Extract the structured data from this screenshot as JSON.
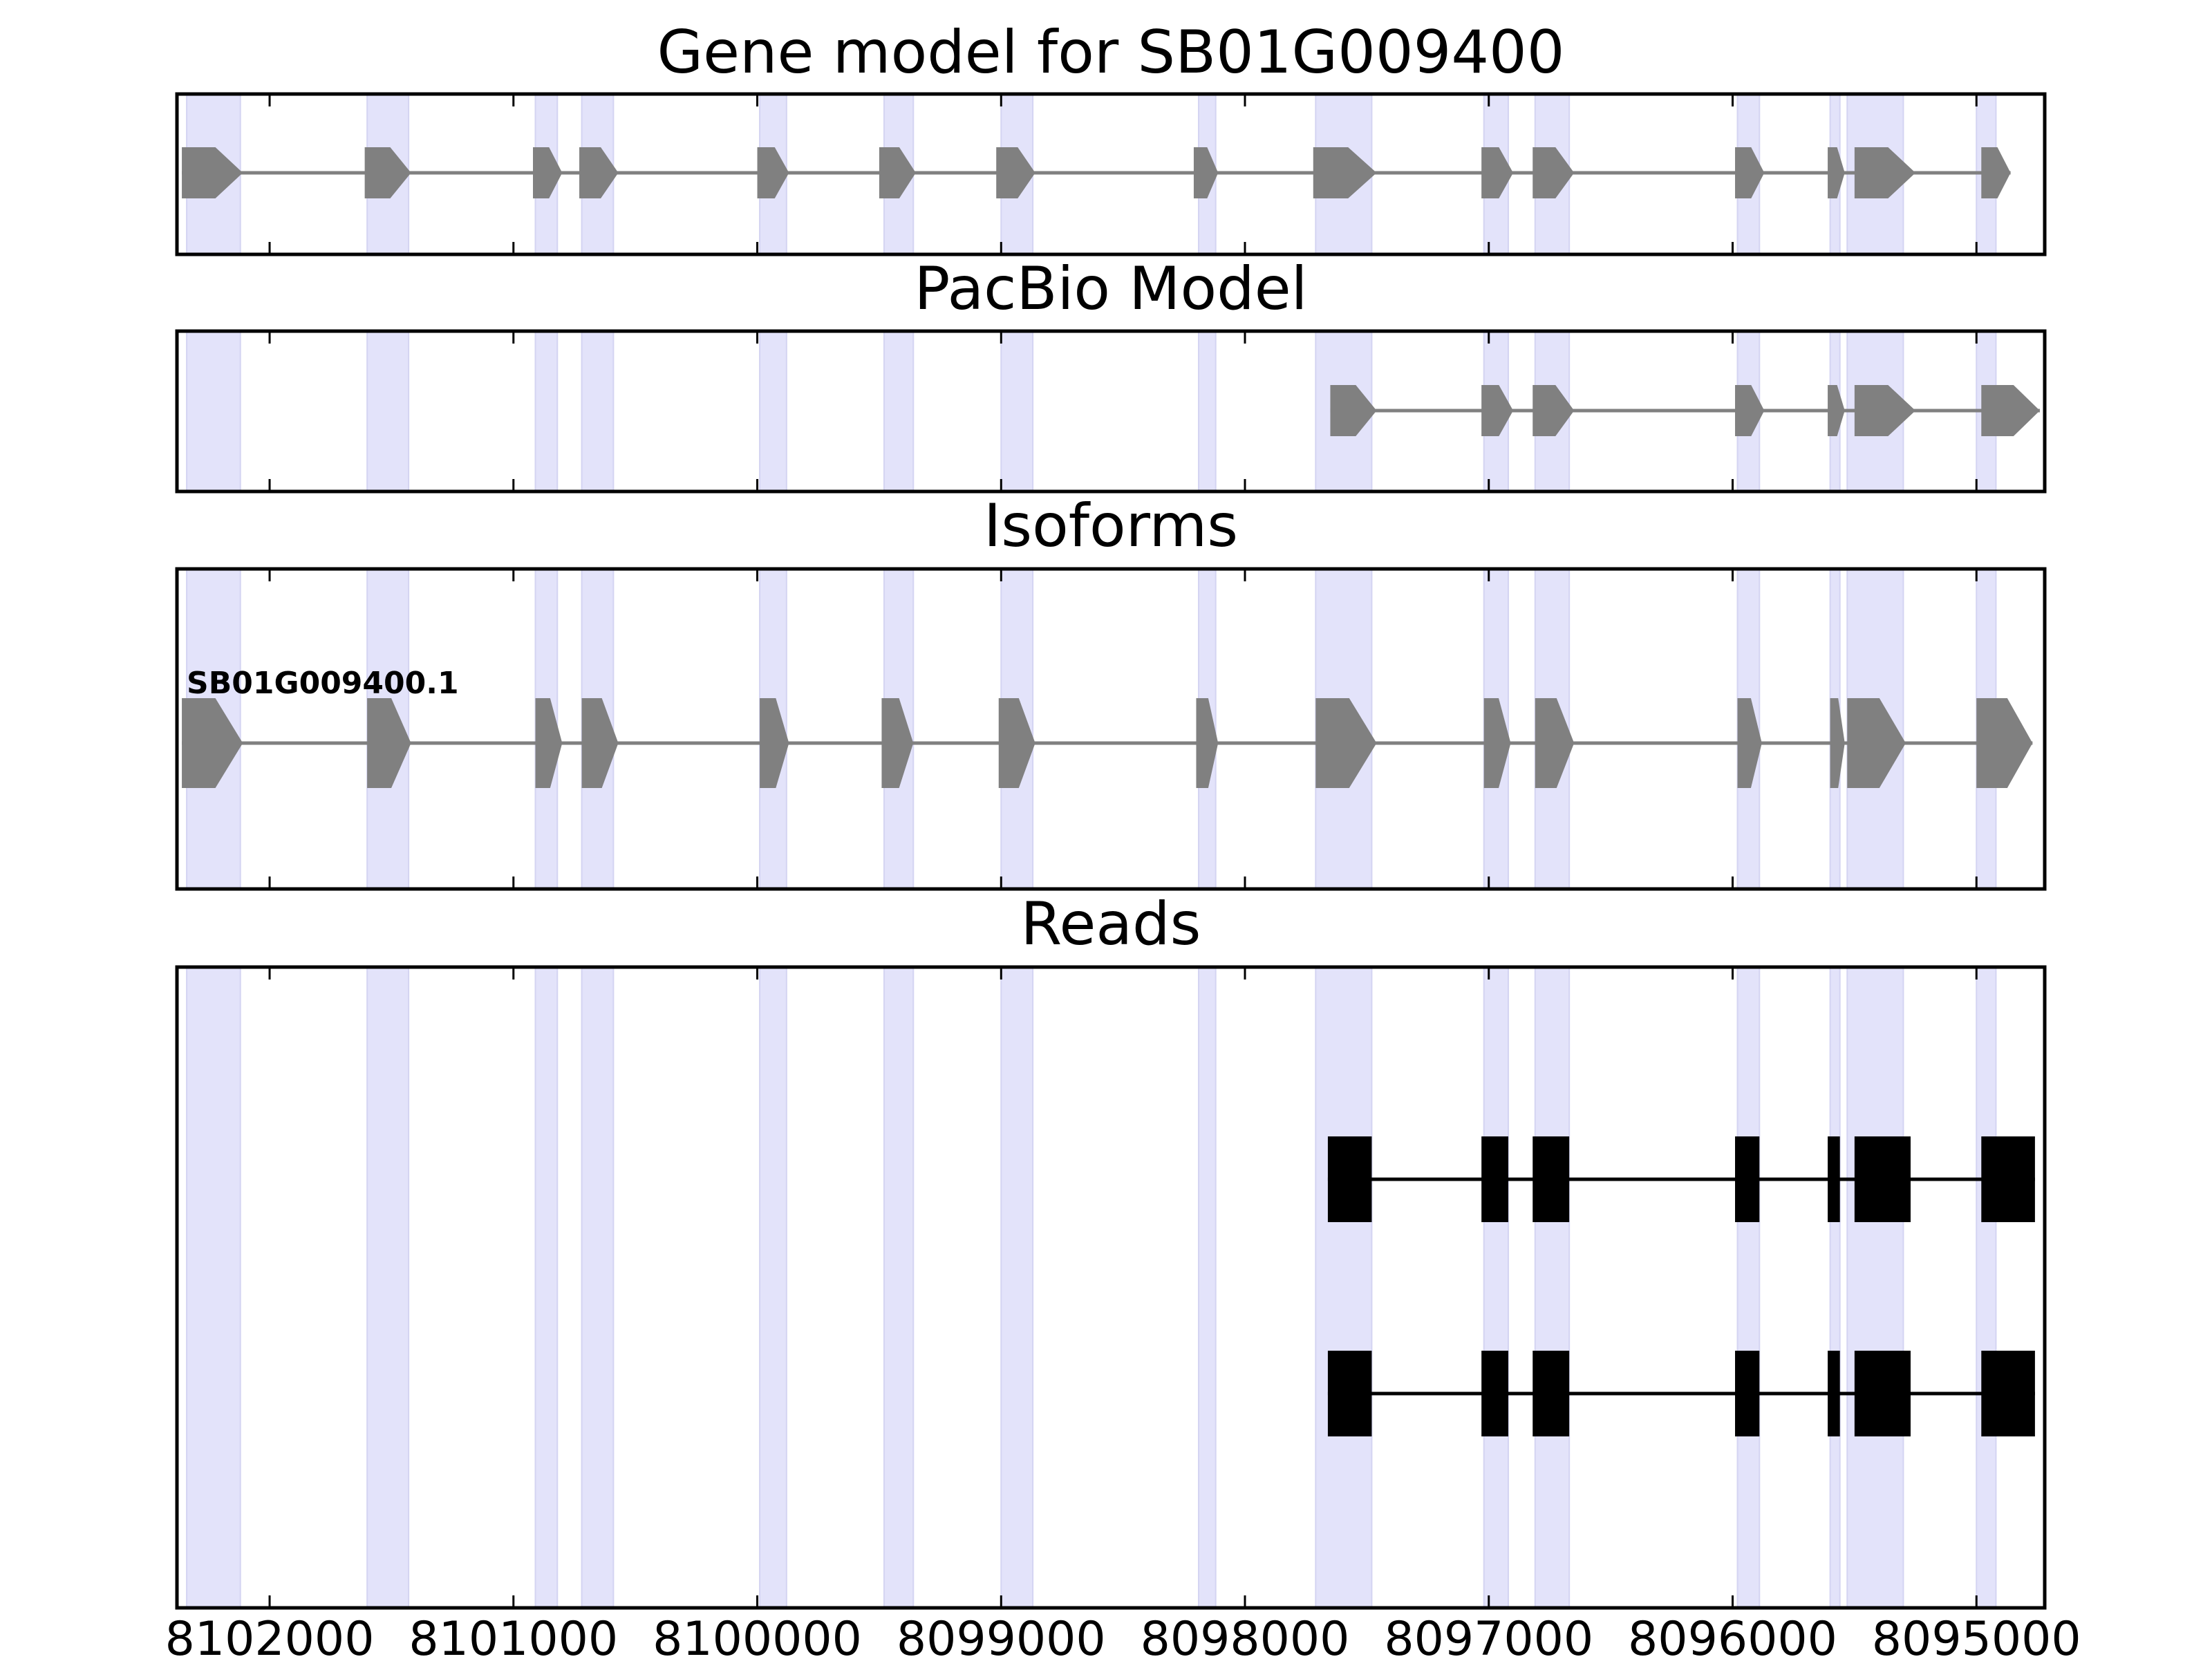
{
  "chart_data": {
    "type": "gene-structure",
    "xlim": [
      8102380,
      8094720
    ],
    "x_axis_inverted": true,
    "x_ticks": [
      8102000,
      8101000,
      8100000,
      8099000,
      8098000,
      8097000,
      8096000,
      8095000
    ],
    "x_tick_labels": [
      "8102000",
      "8101000",
      "8100000",
      "8099000",
      "8098000",
      "8097000",
      "8096000",
      "8095000"
    ],
    "shading_color": "#e3e3fa",
    "shaded_exon_regions": [
      [
        8102340,
        8102120
      ],
      [
        8101600,
        8101430
      ],
      [
        8100910,
        8100820
      ],
      [
        8100720,
        8100590
      ],
      [
        8099990,
        8099880
      ],
      [
        8099480,
        8099360
      ],
      [
        8099000,
        8098870
      ],
      [
        8098190,
        8098120
      ],
      [
        8097710,
        8097480
      ],
      [
        8097020,
        8096920
      ],
      [
        8096810,
        8096670
      ],
      [
        8095980,
        8095890
      ],
      [
        8095600,
        8095560
      ],
      [
        8095530,
        8095300
      ],
      [
        8095000,
        8094920
      ]
    ],
    "panels": [
      {
        "title": "Gene model for SB01G009400",
        "track_color": "#808080",
        "strand": "-",
        "features": [
          {
            "label": "",
            "exons": [
              [
                8102360,
                8102110
              ],
              [
                8101610,
                8101420
              ],
              [
                8100920,
                8100800
              ],
              [
                8100730,
                8100570
              ],
              [
                8100000,
                8099870
              ],
              [
                8099500,
                8099350
              ],
              [
                8099020,
                8098860
              ],
              [
                8098210,
                8098110
              ],
              [
                8097720,
                8097460
              ],
              [
                8097030,
                8096900
              ],
              [
                8096820,
                8096650
              ],
              [
                8095990,
                8095870
              ],
              [
                8095610,
                8095540
              ],
              [
                8095500,
                8095250
              ],
              [
                8094980,
                8094860
              ]
            ]
          }
        ]
      },
      {
        "title": "PacBio Model",
        "track_color": "#808080",
        "strand": "-",
        "features": [
          {
            "label": "",
            "exons": [
              [
                8097650,
                8097460
              ],
              [
                8097030,
                8096900
              ],
              [
                8096820,
                8096650
              ],
              [
                8095990,
                8095870
              ],
              [
                8095610,
                8095540
              ],
              [
                8095500,
                8095250
              ],
              [
                8094980,
                8094740
              ]
            ]
          }
        ]
      },
      {
        "title": "Isoforms",
        "track_color": "#808080",
        "strand": "-",
        "features": [
          {
            "label": "SB01G009400.1",
            "exons": [
              [
                8102360,
                8102110
              ],
              [
                8101600,
                8101420
              ],
              [
                8100910,
                8100800
              ],
              [
                8100720,
                8100570
              ],
              [
                8099990,
                8099870
              ],
              [
                8099490,
                8099360
              ],
              [
                8099010,
                8098860
              ],
              [
                8098200,
                8098110
              ],
              [
                8097710,
                8097460
              ],
              [
                8097020,
                8096910
              ],
              [
                8096810,
                8096650
              ],
              [
                8095980,
                8095880
              ],
              [
                8095600,
                8095540
              ],
              [
                8095530,
                8095290
              ],
              [
                8095000,
                8094770
              ]
            ]
          }
        ]
      },
      {
        "title": "Reads",
        "track_color": "#000000",
        "strand": "",
        "features": [
          {
            "label": "",
            "exons": [
              [
                8097660,
                8097480
              ],
              [
                8097030,
                8096920
              ],
              [
                8096820,
                8096670
              ],
              [
                8095990,
                8095890
              ],
              [
                8095610,
                8095560
              ],
              [
                8095500,
                8095270
              ],
              [
                8094980,
                8094760
              ]
            ]
          },
          {
            "label": "",
            "exons": [
              [
                8097660,
                8097480
              ],
              [
                8097030,
                8096920
              ],
              [
                8096820,
                8096670
              ],
              [
                8095990,
                8095890
              ],
              [
                8095610,
                8095560
              ],
              [
                8095500,
                8095270
              ],
              [
                8094980,
                8094760
              ]
            ]
          }
        ]
      }
    ]
  }
}
